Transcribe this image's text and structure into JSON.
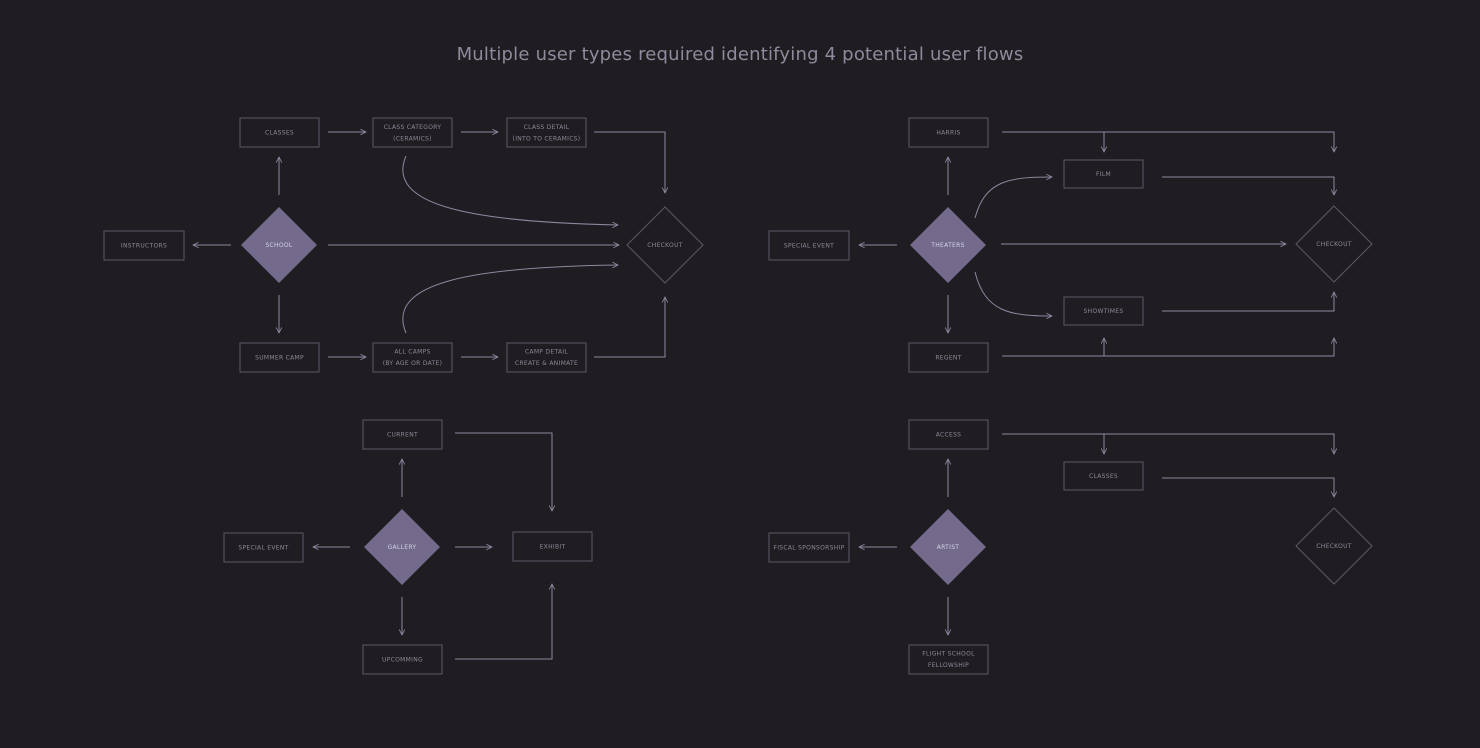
{
  "title": "Multiple user types required identifying 4 potential user flows",
  "colors": {
    "background": "#1f1d21",
    "filled_decision": "#736a8c",
    "stroke": "#8d88a0",
    "box_stroke": "#5d5966",
    "text": "#8d8899"
  },
  "flows": {
    "school": {
      "decision": "SCHOOL",
      "checkout": "CHECKOUT",
      "classes": "CLASSES",
      "class_category": [
        "CLASS CATEGORY",
        "(CERAMICS)"
      ],
      "class_detail": [
        "CLASS DETAIL",
        "(INTO TO CERAMICS)"
      ],
      "instructors": "INSTRUCTORS",
      "summer_camp": "SUMMER CAMP",
      "all_camps": [
        "ALL CAMPS",
        "(BY AGE OR DATE)"
      ],
      "camp_detail": [
        "CAMP DETAIL",
        "CREATE & ANIMATE"
      ]
    },
    "theaters": {
      "decision": "THEATERS",
      "checkout": "CHECKOUT",
      "harris": "HARRIS",
      "film": "FILM",
      "special_event": "SPECIAL EVENT",
      "showtimes": "SHOWTIMES",
      "regent": "REGENT"
    },
    "gallery": {
      "decision": "GALLERY",
      "current": "CURRENT",
      "special_event": "SPECIAL EVENT",
      "exhibit": "EXHIBIT",
      "upcomming": "UPCOMMING"
    },
    "artist": {
      "decision": "ARTIST",
      "checkout": "CHECKOUT",
      "access": "ACCESS",
      "classes": "CLASSES",
      "fiscal_sponsorship": "FISCAL SPONSORSHIP",
      "flight_school": [
        "FLIGHT SCHOOL",
        "FELLOWSHIP"
      ]
    }
  }
}
